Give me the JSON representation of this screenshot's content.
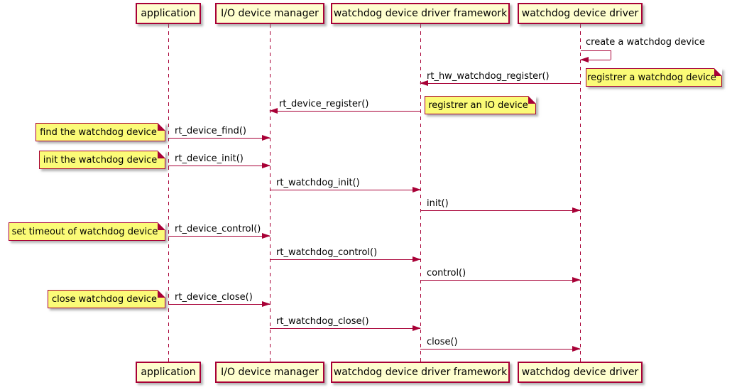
{
  "diagram_type": "sequence-diagram",
  "colors": {
    "line": "#A80036",
    "participant_fill": "#FEFECE",
    "note_fill": "#FBFB77",
    "background": "#FFFFFF",
    "text": "#000000"
  },
  "participants": [
    {
      "label": "application"
    },
    {
      "label": "I/O device manager"
    },
    {
      "label": "watchdog device driver framework"
    },
    {
      "label": "watchdog device driver"
    }
  ],
  "messages": [
    {
      "label": "create a watchdog device",
      "from": "watchdog device driver",
      "to": "watchdog device driver",
      "kind": "self"
    },
    {
      "label": "rt_hw_watchdog_register()",
      "from": "watchdog device driver",
      "to": "watchdog device driver framework",
      "kind": "arrow"
    },
    {
      "label": "rt_device_register()",
      "from": "watchdog device driver framework",
      "to": "I/O device manager",
      "kind": "arrow"
    },
    {
      "label": "rt_device_find()",
      "from": "application",
      "to": "I/O device manager",
      "kind": "arrow"
    },
    {
      "label": "rt_device_init()",
      "from": "application",
      "to": "I/O device manager",
      "kind": "arrow"
    },
    {
      "label": "rt_watchdog_init()",
      "from": "I/O device manager",
      "to": "watchdog device driver framework",
      "kind": "arrow"
    },
    {
      "label": "init()",
      "from": "watchdog device driver framework",
      "to": "watchdog device driver",
      "kind": "arrow"
    },
    {
      "label": "rt_device_control()",
      "from": "application",
      "to": "I/O device manager",
      "kind": "arrow"
    },
    {
      "label": "rt_watchdog_control()",
      "from": "I/O device manager",
      "to": "watchdog device driver framework",
      "kind": "arrow"
    },
    {
      "label": "control()",
      "from": "watchdog device driver framework",
      "to": "watchdog device driver",
      "kind": "arrow"
    },
    {
      "label": "rt_device_close()",
      "from": "application",
      "to": "I/O device manager",
      "kind": "arrow"
    },
    {
      "label": "rt_watchdog_close()",
      "from": "I/O device manager",
      "to": "watchdog device driver framework",
      "kind": "arrow"
    },
    {
      "label": "close()",
      "from": "watchdog device driver framework",
      "to": "watchdog device driver",
      "kind": "arrow"
    }
  ],
  "notes": [
    {
      "label": "registrer a watchdog device",
      "attached_to": "rt_hw_watchdog_register()"
    },
    {
      "label": "registrer an IO device",
      "attached_to": "rt_device_register()"
    },
    {
      "label": "find the watchdog device",
      "attached_to": "rt_device_find()"
    },
    {
      "label": "init the watchdog device",
      "attached_to": "rt_device_init()"
    },
    {
      "label": "set timeout of watchdog device",
      "attached_to": "rt_device_control()"
    },
    {
      "label": "close watchdog device",
      "attached_to": "rt_device_close()"
    }
  ]
}
